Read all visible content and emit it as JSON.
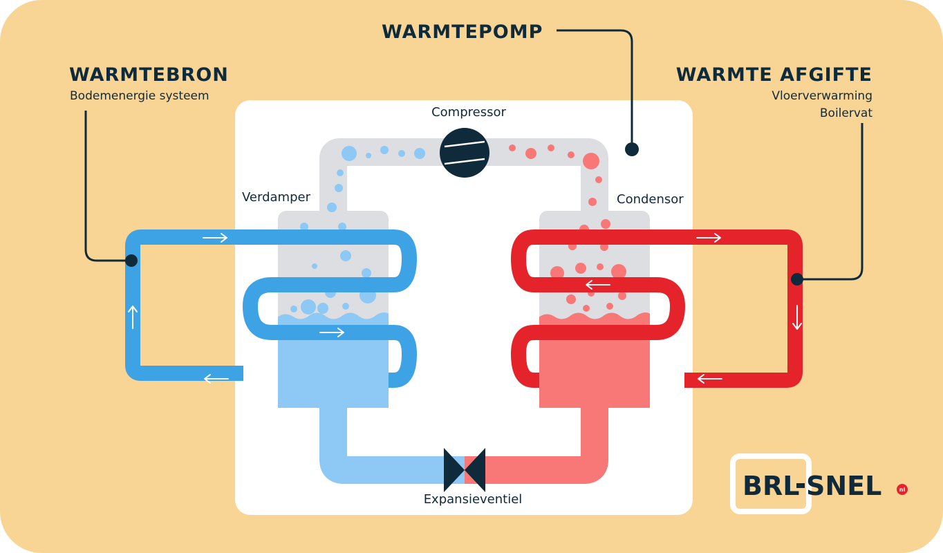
{
  "labels": {
    "warmtepomp": "WARMTEPOMP",
    "warmtebron_title": "WARMTEBRON",
    "warmtebron_sub": "Bodemenergie systeem",
    "afgifte_title": "WARMTE AFGIFTE",
    "afgifte_sub1": "Vloerverwarming",
    "afgifte_sub2": "Boilervat",
    "compressor": "Compressor",
    "verdamper": "Verdamper",
    "condensor": "Condensor",
    "expansieventiel": "Expansieventiel"
  },
  "logo": {
    "left": "BRL",
    "right": "SNEL",
    "tld": "nl"
  },
  "colors": {
    "background": "#f8d595",
    "panel": "#ffffff",
    "blue_loop": "#3ea3e5",
    "light_blue": "#8ec8f5",
    "red_loop": "#e5232b",
    "light_red": "#f87878",
    "tank_grey": "#dcdee2",
    "dark": "#0f2a3a"
  }
}
